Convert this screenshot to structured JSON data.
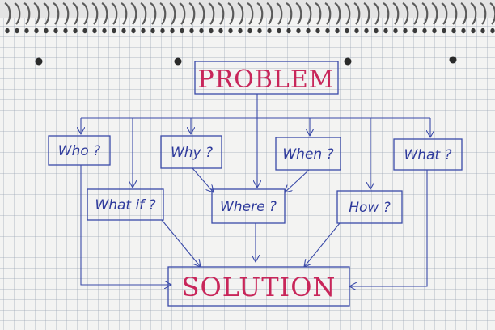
{
  "nodes": {
    "problem": "PROBLEM",
    "who": "Who ?",
    "why": "Why ?",
    "when": "When ?",
    "what": "What ?",
    "what_if": "What if ?",
    "where": "Where ?",
    "how": "How ?",
    "solution": "SOLUTION"
  },
  "colors": {
    "ink_blue": "#3a4aa8",
    "ink_red": "#c8265a",
    "paper": "#f3f3f2",
    "grid": "#96a0af"
  }
}
